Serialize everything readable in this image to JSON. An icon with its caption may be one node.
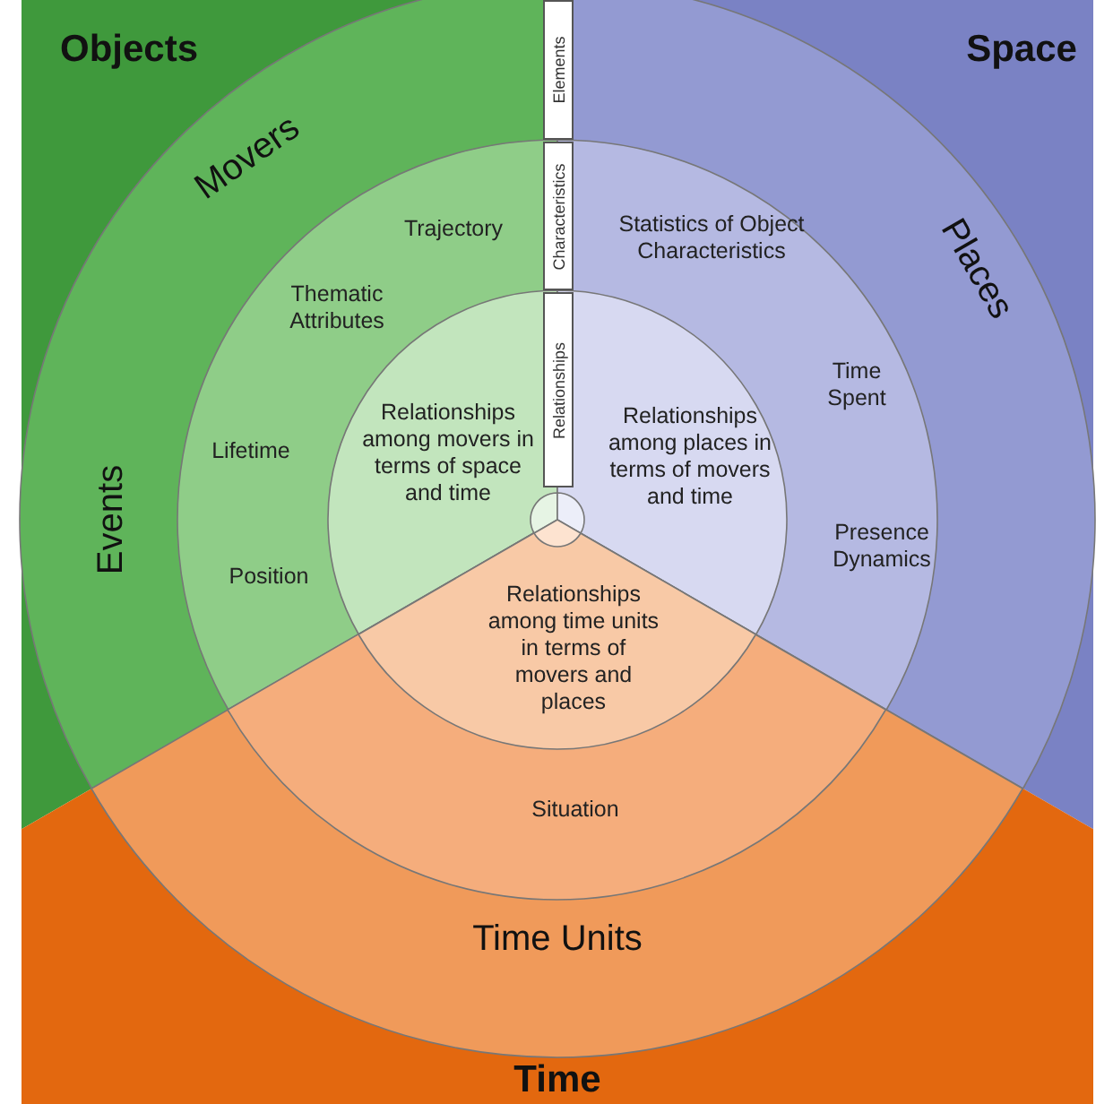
{
  "diagram": {
    "nodes": [
      {
        "text": [
          "Objects"
        ]
      },
      {
        "text": [
          "Movers",
          "Events"
        ],
        "in": 0
      },
      {
        "text": [
          "Trajectory",
          "Thematic Attributes",
          "Lifetime",
          "Position"
        ],
        "in": 1
      },
      {
        "text": [
          "Relationships among movers in terms of space and time"
        ],
        "in": 2
      },
      {
        "text": [
          "Space"
        ]
      },
      {
        "text": [
          "Places"
        ],
        "in": 4
      },
      {
        "text": [
          "Statistics of Object Characteristics",
          "Time Spent",
          "Presence Dynamics"
        ],
        "in": 5
      },
      {
        "text": [
          "Relationships among places in terms of movers and time"
        ],
        "in": 6
      },
      {
        "text": [
          "Time"
        ]
      },
      {
        "text": [
          "Time Units"
        ],
        "in": 8
      },
      {
        "text": [
          "Situation"
        ],
        "in": 9
      },
      {
        "text": [
          "Relationships among time units in terms of movers and places"
        ],
        "in": 10
      }
    ],
    "labels": [
      "Elements",
      "Characteristics",
      "Relationships"
    ]
  }
}
